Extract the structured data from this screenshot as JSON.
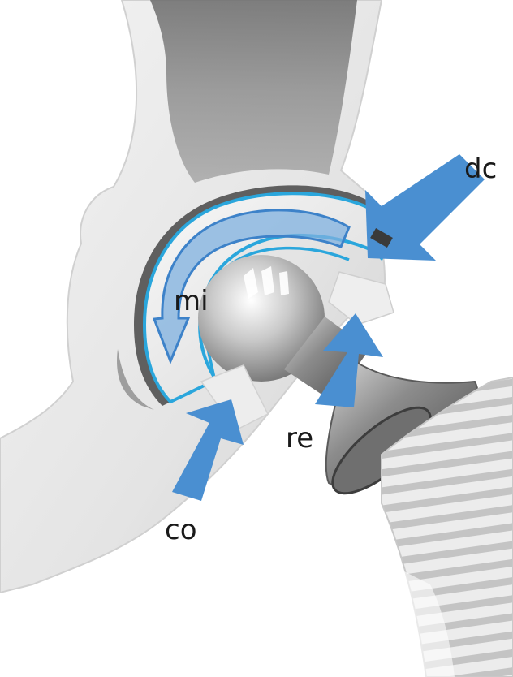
{
  "labels": {
    "dc": "dc",
    "mi": "mi",
    "re": "re",
    "co": "co"
  },
  "colors": {
    "arrow": "#4a8fd1",
    "outline": "#2aa6dc",
    "bone_light": "#e6e6e6",
    "bone_shadow": "#b9b9b9",
    "cancellous": "#7c7c7c",
    "metal": "#9aa0a6"
  }
}
